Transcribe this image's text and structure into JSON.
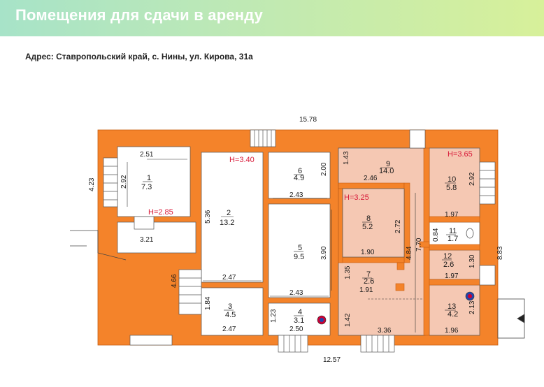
{
  "header": {
    "title": "Помещения для сдачи в аренду"
  },
  "address": "Адрес: Ставропольский край,  с. Нины, ул. Кирова, 31а",
  "plan": {
    "overall": {
      "top": "15.78",
      "bottom": "12.57",
      "right": "8.83"
    },
    "left_dims": [
      "4.23",
      "4.66"
    ],
    "heights": [
      "H=3.40",
      "H=2.85",
      "H=3.25",
      "H=3.65"
    ],
    "rooms": [
      {
        "no": "1",
        "area": "7.3"
      },
      {
        "no": "2",
        "area": "13.2"
      },
      {
        "no": "3",
        "area": "4.5"
      },
      {
        "no": "4",
        "area": "3.1"
      },
      {
        "no": "5",
        "area": "9.5"
      },
      {
        "no": "6",
        "area": "4.9"
      },
      {
        "no": "7",
        "area": "2.6"
      },
      {
        "no": "8",
        "area": "5.2"
      },
      {
        "no": "9",
        "area": "14.0"
      },
      {
        "no": "10",
        "area": "5.8"
      },
      {
        "no": "11",
        "area": "1.7"
      },
      {
        "no": "12",
        "area": "2.6"
      },
      {
        "no": "13",
        "area": "4.2"
      }
    ],
    "dims": [
      "2.51",
      "2.92",
      "3.21",
      "5.36",
      "2.47",
      "1.84",
      "2.47",
      "2.00",
      "2.43",
      "3.90",
      "2.43",
      "1.23",
      "2.50",
      "1.43",
      "2.46",
      "2.72",
      "1.90",
      "4.84",
      "7.70",
      "1.35",
      "1.91",
      "1.42",
      "3.36",
      "2.92",
      "1.97",
      "0.84",
      "1.30",
      "1.97",
      "2.13",
      "1.96"
    ]
  }
}
